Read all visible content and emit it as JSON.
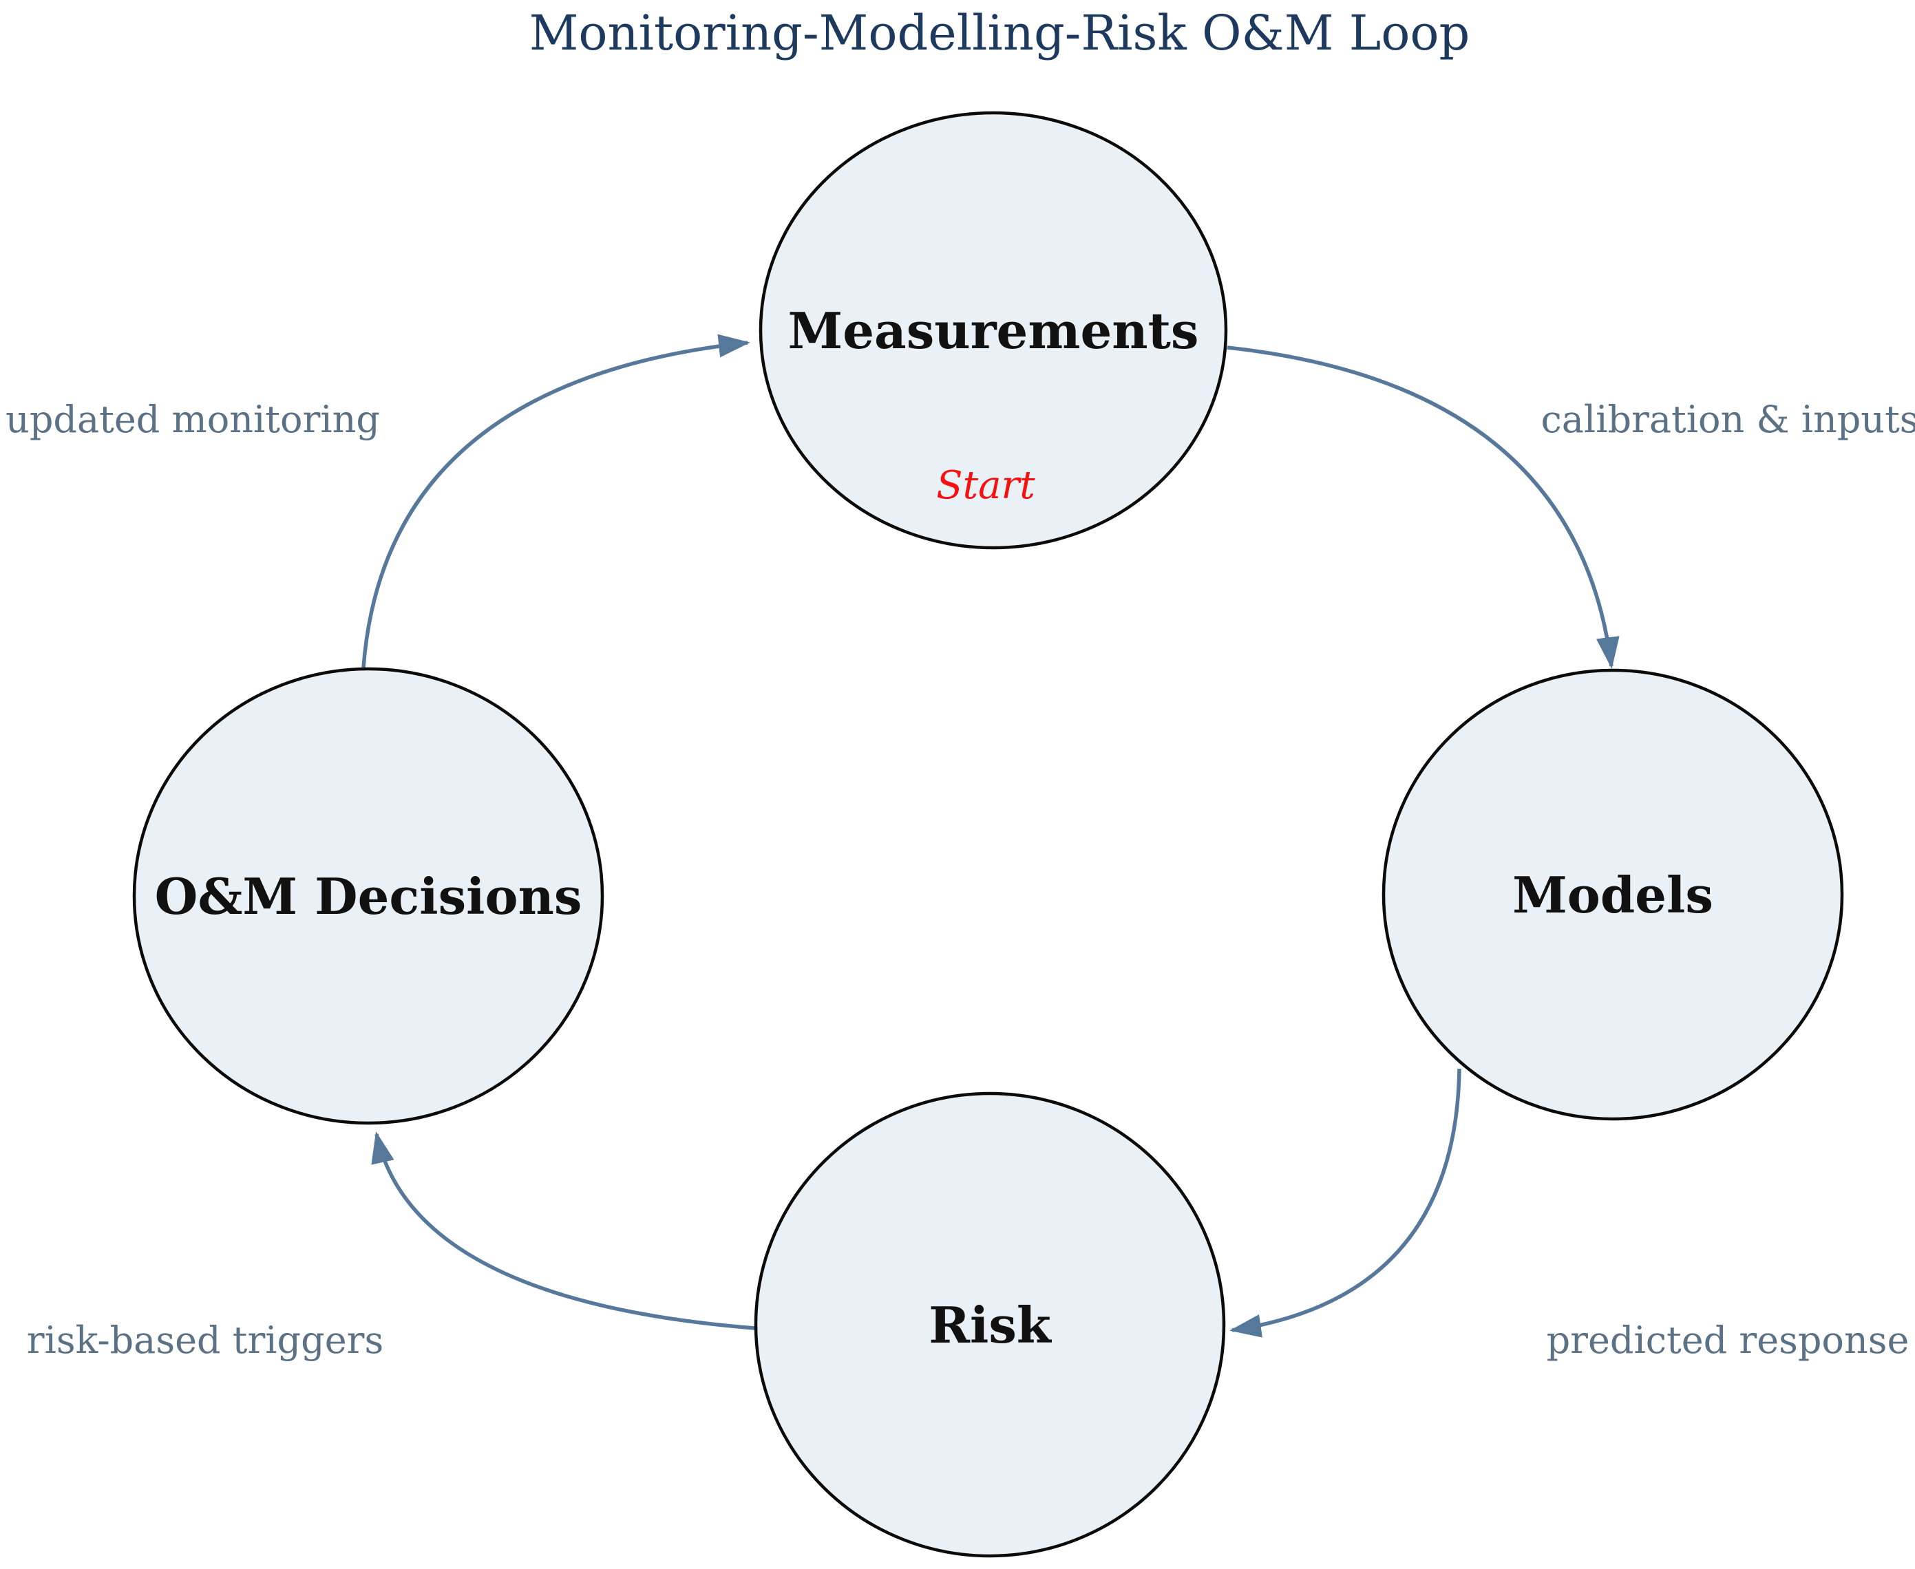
{
  "title": "Monitoring-Modelling-Risk O&M Loop",
  "diagram": {
    "type": "cycle",
    "nodes": {
      "measurements": {
        "label": "Measurements",
        "annotation": "Start"
      },
      "models": {
        "label": "Models"
      },
      "risk": {
        "label": "Risk"
      },
      "om_decisions": {
        "label": "O&M Decisions"
      }
    },
    "edges": {
      "measurements_to_models": {
        "from": "Measurements",
        "to": "Models",
        "label": "calibration & inputs"
      },
      "models_to_risk": {
        "from": "Models",
        "to": "Risk",
        "label": "predicted response"
      },
      "risk_to_om": {
        "from": "Risk",
        "to": "O&M Decisions",
        "label": "risk-based triggers"
      },
      "om_to_measurements": {
        "from": "O&M Decisions",
        "to": "Measurements",
        "label": "updated monitoring"
      }
    },
    "colors": {
      "background": "#ffffff",
      "node_fill": "#e9f0f6",
      "node_stroke": "#0b0b0b",
      "node_text": "#111111",
      "arrow": "#56789b",
      "edge_label_text": "#5b7186",
      "title_text": "#1d3a5e",
      "start_text": "#f6100e"
    }
  }
}
